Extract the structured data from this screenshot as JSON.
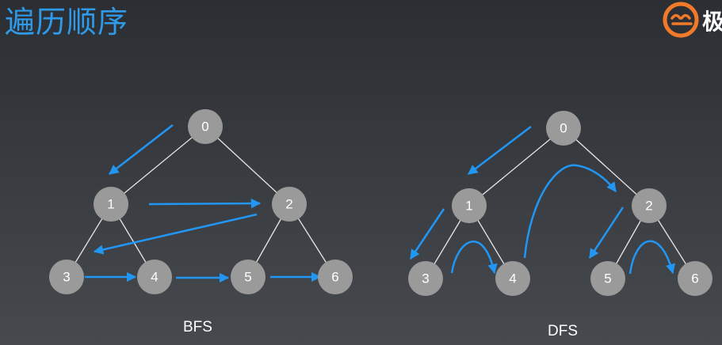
{
  "title": "遍历顺序",
  "logo": {
    "text": "极"
  },
  "colors": {
    "accent": "#2f9be8",
    "node": "#9a9a9a",
    "edge": "#e6e6e6",
    "arrow": "#2196f3"
  },
  "trees": [
    {
      "caption": "BFS",
      "nodes": [
        "0",
        "1",
        "2",
        "3",
        "4",
        "5",
        "6"
      ]
    },
    {
      "caption": "DFS",
      "nodes": [
        "0",
        "1",
        "2",
        "3",
        "4",
        "5",
        "6"
      ]
    }
  ]
}
